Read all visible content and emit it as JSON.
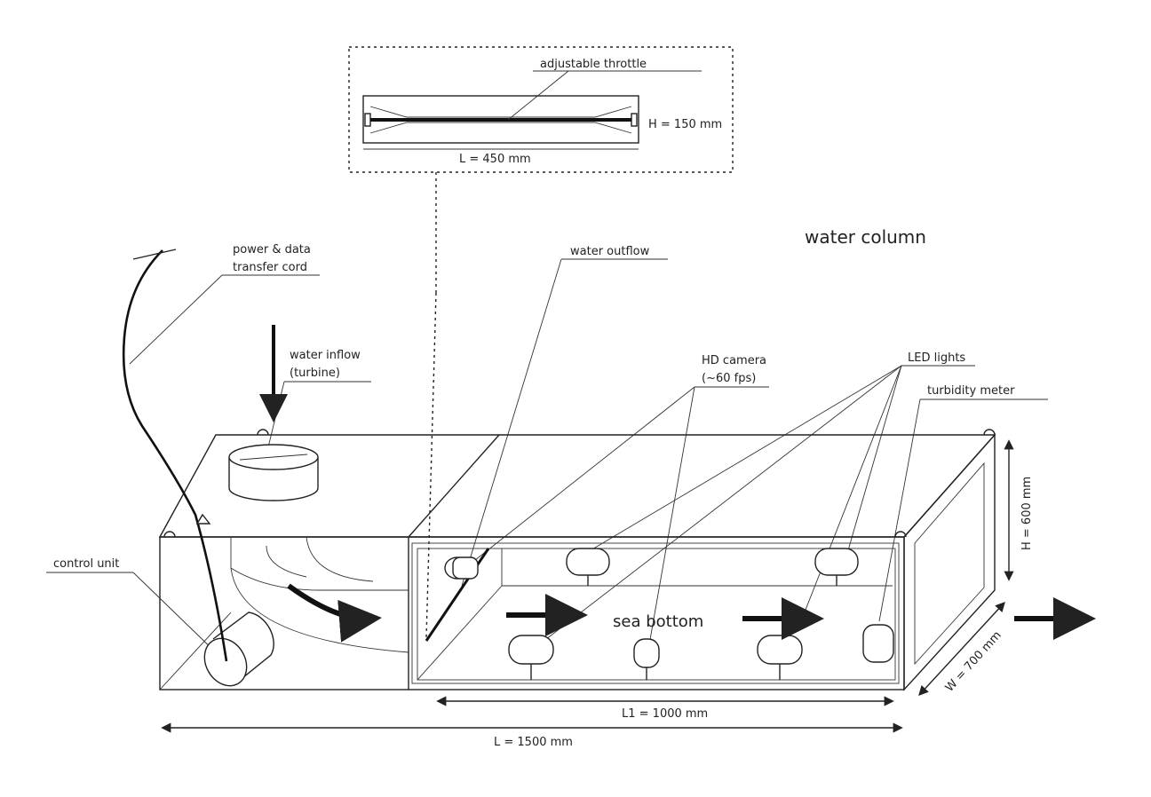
{
  "labels": {
    "adjustable_throttle": "adjustable throttle",
    "throttle_height": "H = 150 mm",
    "throttle_length": "L = 450 mm",
    "water_column": "water column",
    "power_cord_line1": "power & data",
    "power_cord_line2": "transfer cord",
    "water_outflow": "water outflow",
    "water_inflow_line1": "water inflow",
    "water_inflow_line2": "(turbine)",
    "hd_camera_line1": "HD camera",
    "hd_camera_line2": "(~60 fps)",
    "led_lights": "LED lights",
    "turbidity_meter": "turbidity meter",
    "control_unit": "control unit",
    "sea_bottom": "sea bottom",
    "tank_height": "H = 600 mm",
    "tank_width": "W = 700 mm",
    "section_length": "L1 = 1000 mm",
    "total_length": "L = 1500 mm"
  }
}
